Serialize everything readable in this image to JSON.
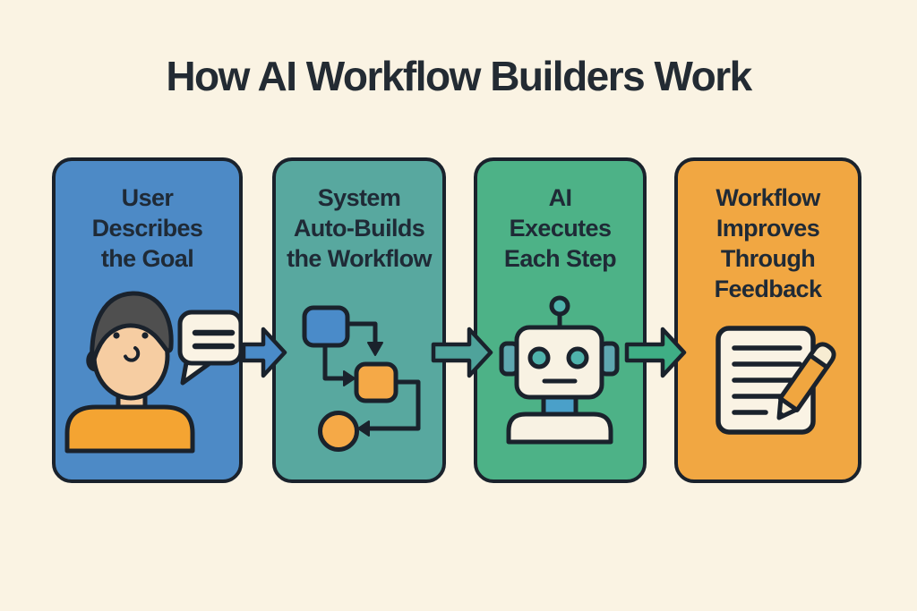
{
  "infographic": {
    "title": "How AI Workflow Builders Work",
    "background_color": "#faf3e3",
    "outline_color": "#1a222c",
    "text_color": "#1f2a36"
  },
  "steps": [
    {
      "title": "User\nDescribes\nthe Goal",
      "card_color": "#4d8ac6",
      "icon": "person-speech-bubble-icon"
    },
    {
      "title": "System\nAuto-Builds\nthe Workflow",
      "card_color": "#58a89f",
      "icon": "flowchart-icon"
    },
    {
      "title": "AI\nExecutes\nEach Step",
      "card_color": "#4db287",
      "icon": "robot-icon"
    },
    {
      "title": "Workflow\nImproves\nThrough\nFeedback",
      "card_color": "#f1a742",
      "icon": "document-pencil-icon"
    }
  ],
  "arrows": [
    {
      "name": "arrow-step1-to-step2",
      "color": "#4a8bc8"
    },
    {
      "name": "arrow-step2-to-step3",
      "color": "#4fa39b"
    },
    {
      "name": "arrow-step3-to-step4",
      "color": "#3fae85"
    }
  ],
  "icon_colors": {
    "skin": "#f6cda2",
    "hair": "#4f4f4f",
    "shirt_orange": "#f4a432",
    "bubble_cream": "#faf3e4",
    "flow_blue": "#4a8bc9",
    "flow_orange": "#f5a947",
    "robot_cream": "#f8f2e3",
    "robot_ear_teal": "#5ea7b0",
    "robot_eye_teal": "#4fb3ac",
    "robot_neck_blue": "#4aa0c9",
    "paper_cream": "#faf3e4",
    "pencil_orange": "#f0a640"
  }
}
